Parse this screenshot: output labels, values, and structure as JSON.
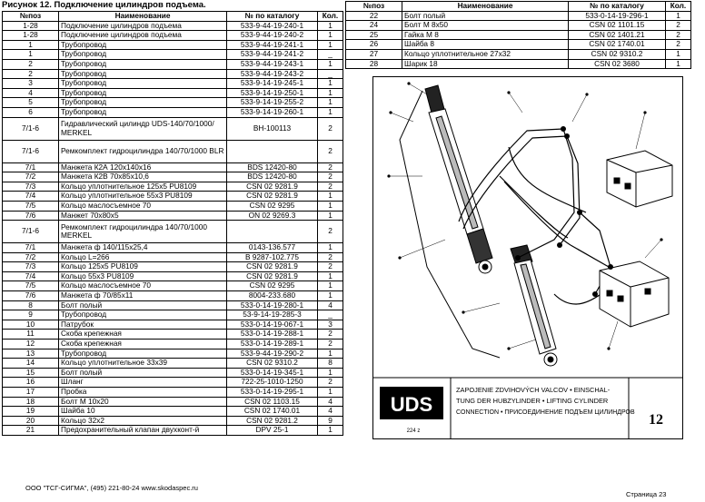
{
  "caption": "Рисунок 12.   Подключение цилиндров подъема.",
  "headers": [
    "№поз",
    "Наименование",
    "№ по каталогу",
    "Кол."
  ],
  "left_rows": [
    [
      "1-28",
      "Подключение цилиндров подъема",
      "533-9-44-19-240-1",
      "1"
    ],
    [
      "1-28",
      "Подключение цилиндров подъема",
      "533-9-44-19-240-2",
      "1"
    ],
    [
      "1",
      "Трубопровод",
      "533-9-44-19-241-1",
      "1"
    ],
    [
      "1",
      "Трубопровод",
      "533-9-44-19-241-2",
      "_"
    ],
    [
      "2",
      "Трубопровод",
      "533-9-44-19-243-1",
      "1"
    ],
    [
      "2",
      "Трубопровод",
      "533-9-44-19-243-2",
      "_"
    ],
    [
      "3",
      "Трубопровод",
      "533-9-14-19-245-1",
      "1"
    ],
    [
      "4",
      "Трубопровод",
      "533-9-14-19-250-1",
      "1"
    ],
    [
      "5",
      "Трубопровод",
      "533-9-14-19-255-2",
      "1"
    ],
    [
      "6",
      "Трубопровод",
      "533-9-14-19-260-1",
      "1"
    ],
    [
      "7/1-6",
      "Гидравлический цилиндр UDS-140/70/1000/ MERKEL",
      "BH-100113",
      "2"
    ],
    [
      "7/1-6",
      "Ремкомплект гидроцилиндра 140/70/1000 BLR",
      "",
      "2"
    ],
    [
      "7/1",
      "Манжета К2А 120х140х16",
      "BDS  12420-80",
      "2"
    ],
    [
      "7/2",
      "Манжета К2В 70х85х10,6",
      "BDS  12420-80",
      "2"
    ],
    [
      "7/3",
      "Кольцо уплотнительное  125х5 PU8109",
      "CSN  02  9281.9",
      "2"
    ],
    [
      "7/4",
      "Кольцо уплотнительное  55х3 PU8109",
      "CSN  02  9281.9",
      "1"
    ],
    [
      "7/5",
      "Кольцо маслосъемное 70",
      "CSN  02  9295",
      "1"
    ],
    [
      "7/6",
      "Манжет 70х80х5",
      "ON  02  9269.3",
      "1"
    ],
    [
      "7/1-6",
      "Ремкомплект гидроцилиндра 140/70/1000 MERKEL",
      "",
      "2"
    ],
    [
      "7/1",
      "Манжета ф 140/115х25,4",
      "0143-136.577",
      "1"
    ],
    [
      "7/2",
      "Кольцо L=266",
      "B 9287-102.775",
      "2"
    ],
    [
      "7/3",
      "Кольцо 125х5  PU8109",
      "CSN  02  9281.9",
      "2"
    ],
    [
      "7/4",
      "Кольцо 55х3  PU8109",
      "CSN  02  9281.9",
      "1"
    ],
    [
      "7/5",
      "Кольцо маслосъемное 70",
      "CSN  02  9295",
      "1"
    ],
    [
      "7/6",
      "Манжета ф 70/85х11",
      "8004-233.680",
      "1"
    ],
    [
      "8",
      "Болт полый",
      "533-0-14-19-280-1",
      "4"
    ],
    [
      "9",
      "Трубопровод",
      "53-9-14-19-285-3",
      "_"
    ],
    [
      "10",
      "Патрубок",
      "533-0-14-19-067-1",
      "3"
    ],
    [
      "11",
      "Скоба крепежная",
      "533-0-14-19-288-1",
      "2"
    ],
    [
      "12",
      "Скоба крепежная",
      "533-0-14-19-289-1",
      "2"
    ],
    [
      "13",
      "Трубопровод",
      "533-9-44-19-290-2",
      "1"
    ],
    [
      "14",
      "Кольцо уплотнительное  33х39",
      "CSN  02  9310.2",
      "8"
    ],
    [
      "15",
      "Болт полый",
      "533-0-14-19-345-1",
      "1"
    ],
    [
      "16",
      "Шланг",
      "722-25-1010-1250",
      "2"
    ],
    [
      "17",
      "Пробка",
      "533-0-14-19-295-1",
      "1"
    ],
    [
      "18",
      "Болт М 10х20",
      "CSN  02  1103.15",
      "4"
    ],
    [
      "19",
      "Шайба 10",
      "CSN  02  1740.01",
      "4"
    ],
    [
      "20",
      "Кольцо  32х2",
      "CSN  02  9281.2",
      "9"
    ],
    [
      "21",
      "Предохранительный клапан двухконт-й",
      "DPV  25-1",
      "1"
    ]
  ],
  "right_rows": [
    [
      "22",
      "Болт полый",
      "533-0-14-19-296-1",
      "1"
    ],
    [
      "24",
      "Болт М 8х50",
      "CSN  02  1101.15",
      "2"
    ],
    [
      "25",
      "Гайка М 8",
      "CSN 02 1401.21",
      "2"
    ],
    [
      "26",
      "Шайба 8",
      "CSN 02 1740.01",
      "2"
    ],
    [
      "27",
      "Кольцо уплотнительное  27х32",
      "CSN  02  9310.2",
      "1"
    ],
    [
      "28",
      "Шарик 18",
      "CSN  02  3680",
      "1"
    ]
  ],
  "drawing": {
    "logo": "UDS",
    "title_lines": [
      "ZAPOJENIE ZDVIHOVÝCH VALCOV • EINSCHAL-",
      "TUNG DER HUBZYLINDER • LIFTING CYLINDER",
      "CONNECTION • ПРИСОЕДИНЕНИЕ ПОДЪЕМ ЦИЛИНДРОВ"
    ],
    "sheet_number": "12",
    "model": "224 z"
  },
  "footer": {
    "company": "ООО \"ТСГ-СИГМА\", (495) 221-80-24 www.skodaspec.ru",
    "page": "Страница 23"
  }
}
